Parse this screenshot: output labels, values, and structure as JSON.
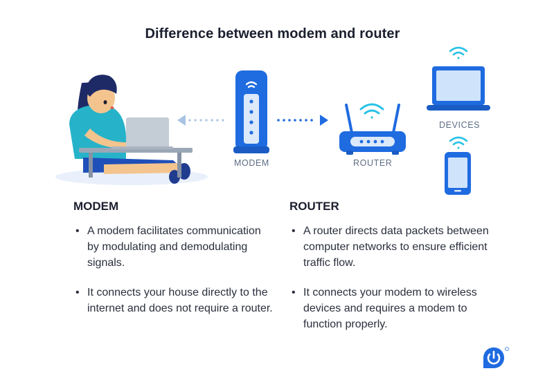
{
  "title": "Difference between modem and router",
  "diagram": {
    "modem_caption": "MODEM",
    "router_caption": "ROUTER",
    "devices_caption": "DEVICES"
  },
  "modem": {
    "heading": "MODEM",
    "bullets": [
      "A modem facilitates communication by modulating and demodulating signals.",
      "It connects your house directly to the internet and does not require a router."
    ]
  },
  "router": {
    "heading": "ROUTER",
    "bullets": [
      "A router directs data packets between computer networks to ensure efficient traffic flow.",
      "It connects your modem to wireless devices and requires a modem to function properly."
    ]
  },
  "colors": {
    "brand_blue": "#1f6be0",
    "light_blue": "#cfe3fb",
    "wifi_cyan": "#27c2e6",
    "arrow_light": "#a9c4e2",
    "arrow_blue": "#1f6be0"
  },
  "icons": [
    "wifi-icon",
    "laptop-icon",
    "phone-icon",
    "modem-icon",
    "router-icon",
    "arrow-icon",
    "power-logo"
  ]
}
